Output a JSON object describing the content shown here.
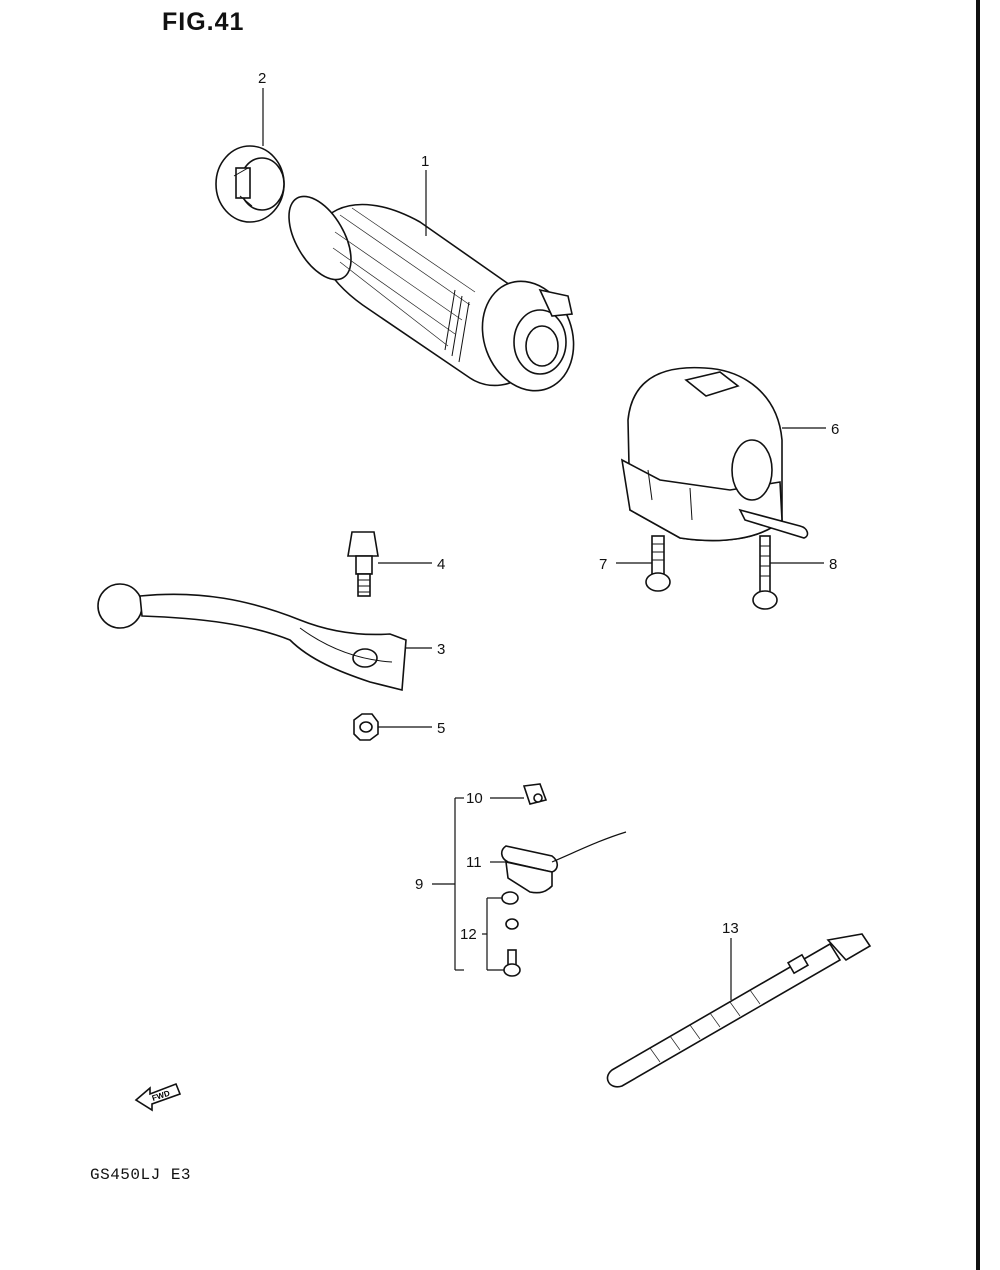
{
  "figure": {
    "title": "FIG.41",
    "model_code": "GS450LJ E3"
  },
  "fwd_label": "FWD",
  "callouts": [
    "1",
    "2",
    "3",
    "4",
    "5",
    "6",
    "7",
    "8",
    "9",
    "10",
    "11",
    "12",
    "13"
  ]
}
